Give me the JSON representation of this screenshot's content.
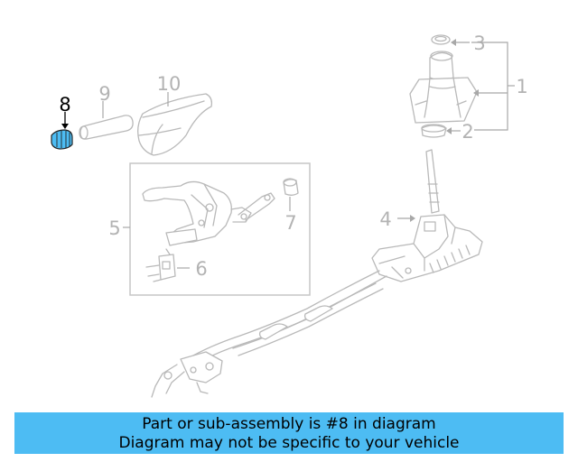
{
  "callouts": {
    "c1": "1",
    "c2": "2",
    "c3": "3",
    "c4": "4",
    "c5": "5",
    "c6": "6",
    "c7": "7",
    "c8": "8",
    "c9": "9",
    "c10": "10"
  },
  "highlight": {
    "part_number": "8",
    "color": "#4dbcf3"
  },
  "banner": {
    "line1": "Part or sub-assembly is #8 in diagram",
    "line2": "Diagram may not be specific to your vehicle",
    "background": "#4dbcf3"
  }
}
